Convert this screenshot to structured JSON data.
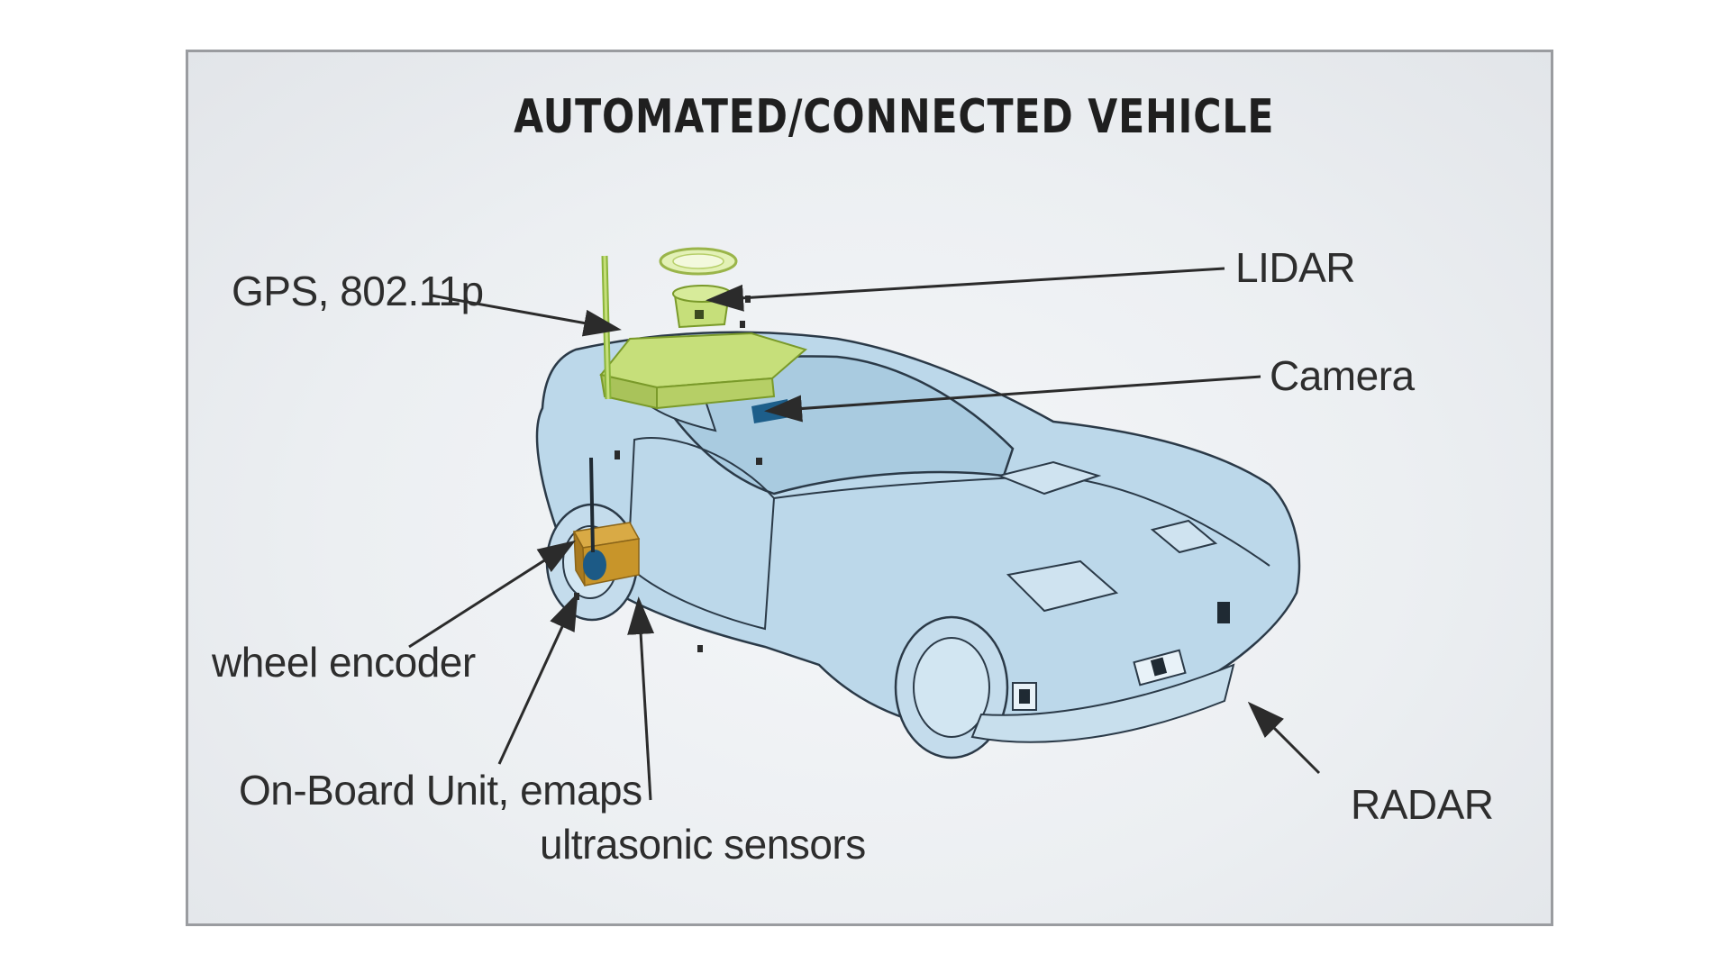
{
  "diagram": {
    "title": "AUTOMATED/CONNECTED VEHICLE",
    "labels": {
      "gps": "GPS, 802.11p",
      "lidar": "LIDAR",
      "camera": "Camera",
      "wheel_encoder": "wheel encoder",
      "onboard_unit": "On-Board Unit, emaps",
      "ultrasonic": "ultrasonic sensors",
      "radar": "RADAR"
    },
    "colors": {
      "car_body": "#bcd8ea",
      "car_outline": "#2b3a48",
      "lidar_unit": "#c6df7a",
      "onboard_box": "#c8952a",
      "camera_sensor": "#1d5e8a",
      "wheel_sensor": "#1c5a86"
    }
  }
}
